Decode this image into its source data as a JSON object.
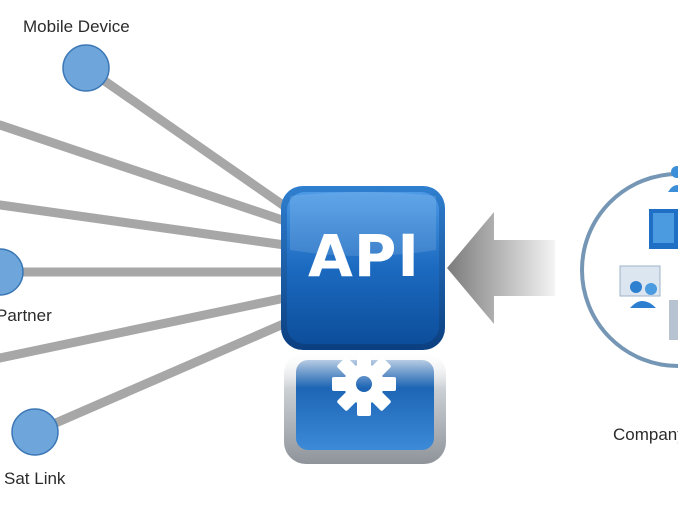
{
  "center": {
    "label": "API"
  },
  "nodes": {
    "mobile": "Mobile Device",
    "partner": "Partner",
    "satlink": "Sat Link",
    "company": "Company"
  },
  "colors": {
    "node_fill": "#6ea6dc",
    "node_stroke": "#3d78b6",
    "line": "#a7a7a7",
    "api_blue": "#1a66b8",
    "circle_stroke": "#7597b5"
  }
}
